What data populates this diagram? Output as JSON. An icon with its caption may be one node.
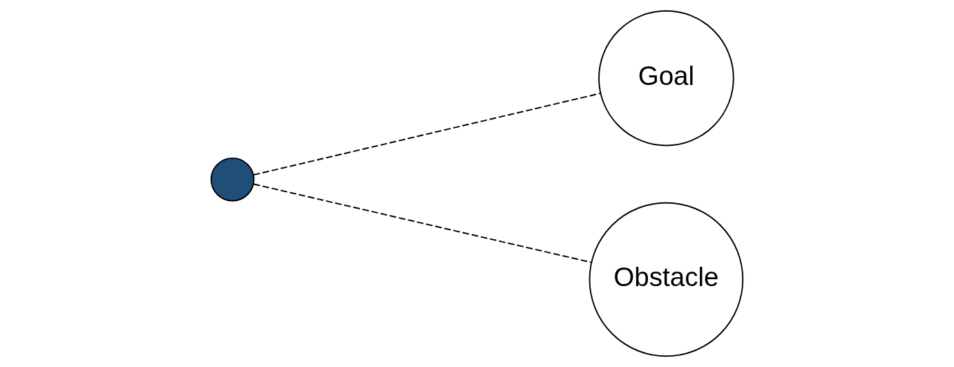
{
  "diagram": {
    "nodes": [
      {
        "text": [],
        "shape": "circle"
      },
      {
        "text": [
          "Obstacle"
        ]
      },
      {
        "text": [
          "Goal"
        ]
      }
    ],
    "edges": [
      {
        "from": 0,
        "to": 1,
        "arrow": "none",
        "style": "dashed"
      },
      {
        "from": 0,
        "to": 2,
        "arrow": "none",
        "style": "dashed"
      }
    ]
  }
}
